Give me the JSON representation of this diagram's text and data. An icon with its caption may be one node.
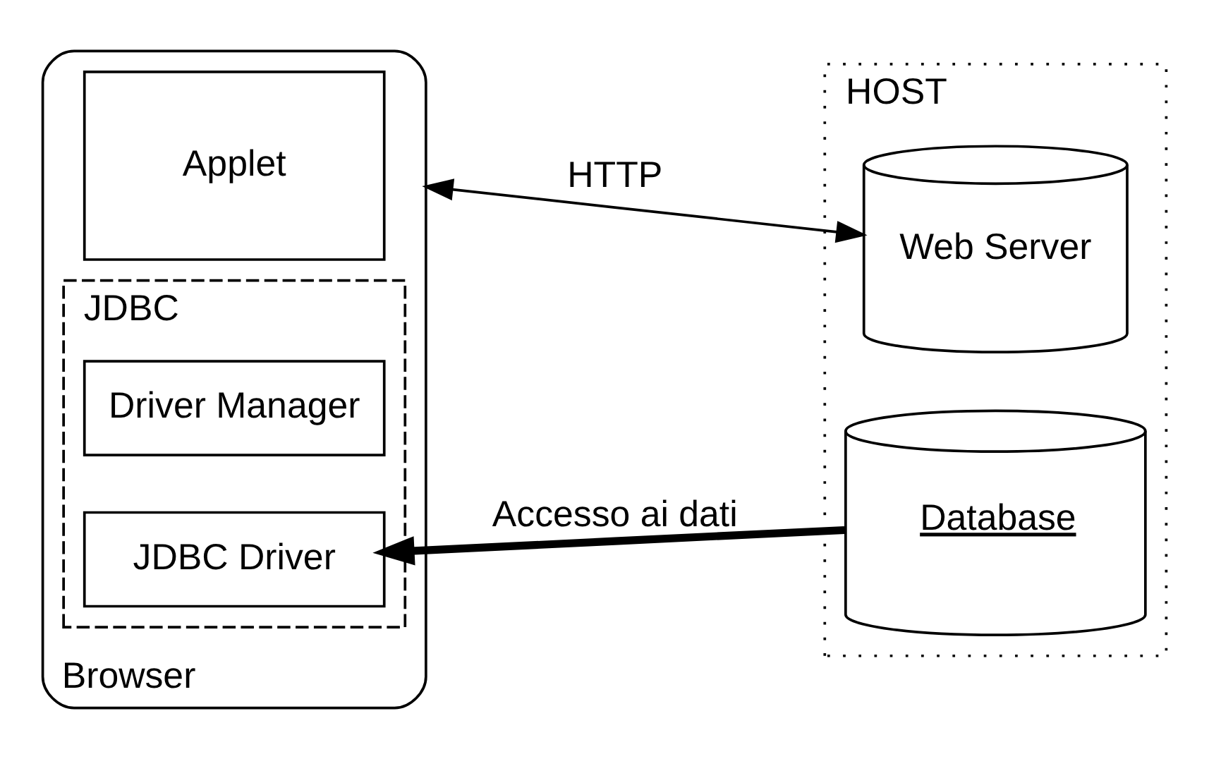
{
  "diagram": {
    "nodes": [
      {
        "text": [
          "Browser"
        ]
      },
      {
        "text": [
          "Applet"
        ],
        "in": 0
      },
      {
        "text": [
          "JDBC"
        ],
        "in": 0
      },
      {
        "text": [
          "Driver Manager"
        ],
        "in": 2
      },
      {
        "text": [
          "JDBC Driver"
        ],
        "in": 2
      },
      {
        "text": [
          "HOST"
        ]
      },
      {
        "text": [
          "Database"
        ],
        "in": 5
      },
      {
        "text": [
          "Web Server"
        ],
        "in": 5
      }
    ],
    "edges": [
      {
        "from": 6,
        "to": 4,
        "arrow": "to",
        "label": "Accesso ai dati",
        "style": "thick"
      },
      {
        "from": 0,
        "to": 7,
        "arrow": "both",
        "label": "HTTP"
      }
    ]
  }
}
